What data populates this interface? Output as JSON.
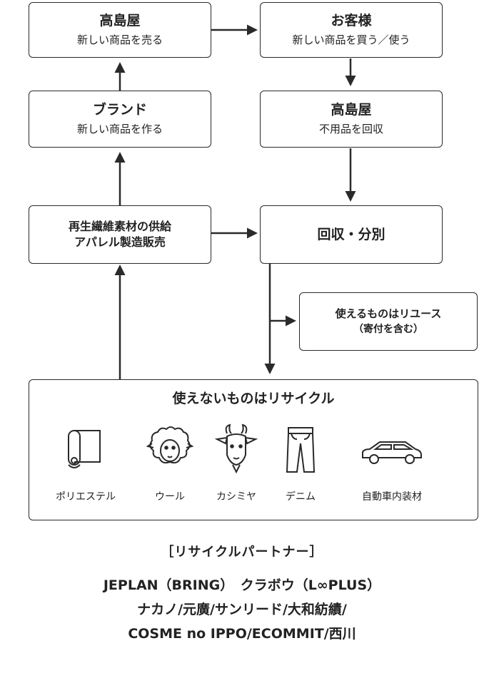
{
  "top_left": {
    "title": "高島屋",
    "sub": "新しい商品を売る"
  },
  "top_right": {
    "title": "お客様",
    "sub": "新しい商品を買う／使う"
  },
  "brand": {
    "title": "ブランド",
    "sub": "新しい商品を作る"
  },
  "collect": {
    "title": "高島屋",
    "sub": "不用品を回収"
  },
  "supply": {
    "line1": "再生繊維素材の供給",
    "line2": "アパレル製造販売"
  },
  "sort": {
    "title": "回収・分別"
  },
  "reuse": {
    "line1": "使えるものはリユース",
    "line2": "（寄付を含む）"
  },
  "recycle": {
    "title": "使えないものはリサイクル",
    "items": [
      {
        "label": "ポリエステル",
        "icon": "fabric-roll-icon"
      },
      {
        "label": "ウール",
        "icon": "sheep-icon"
      },
      {
        "label": "カシミヤ",
        "icon": "goat-icon"
      },
      {
        "label": "デニム",
        "icon": "jeans-icon"
      },
      {
        "label": "自動車内装材",
        "icon": "car-icon"
      }
    ]
  },
  "partners": {
    "heading": "［リサイクルパートナー］",
    "line1": "JEPLAN（BRING）　クラボウ（L∞PLUS）",
    "line2": "ナカノ/元廣/サンリード/大和紡績/",
    "line3": "COSME no IPPO/ECOMMIT/西川"
  }
}
